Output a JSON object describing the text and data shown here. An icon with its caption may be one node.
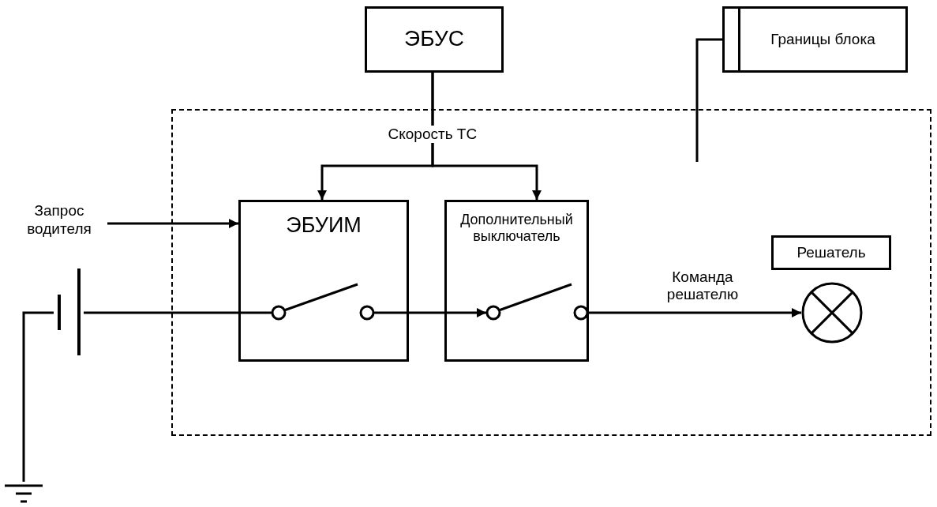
{
  "diagram": {
    "nodes": [
      {
        "text": [
          "ЭБУС"
        ]
      },
      {
        "text": [
          "Границы блока"
        ]
      },
      {
        "text": [],
        "shape": "box"
      },
      {
        "text": [
          "Запрос водителя"
        ]
      },
      {
        "text": [
          "ЭБУИМ"
        ],
        "in": 2
      },
      {
        "text": [
          "Дополнительный выключатель"
        ],
        "in": 2
      },
      {
        "text": [
          "Решатель"
        ],
        "in": 2
      },
      {
        "text": [],
        "shape": "battery"
      },
      {
        "text": [],
        "shape": "circle",
        "in": 2
      },
      {
        "text": [],
        "shape": "ground"
      }
    ],
    "edges": [
      {
        "from": 0,
        "to": 4,
        "arrow": "to",
        "label": "Скорость ТС"
      },
      {
        "from": 0,
        "to": 5,
        "arrow": "to"
      },
      {
        "from": 1,
        "to": 2,
        "arrow": "none"
      },
      {
        "from": 3,
        "to": 4,
        "arrow": "to"
      },
      {
        "from": 7,
        "to": 4,
        "arrow": "none"
      },
      {
        "from": 4,
        "to": 5,
        "arrow": "to"
      },
      {
        "from": 5,
        "to": 8,
        "arrow": "to",
        "label": "Команда решателю"
      },
      {
        "from": 7,
        "to": 9,
        "arrow": "none"
      }
    ]
  }
}
